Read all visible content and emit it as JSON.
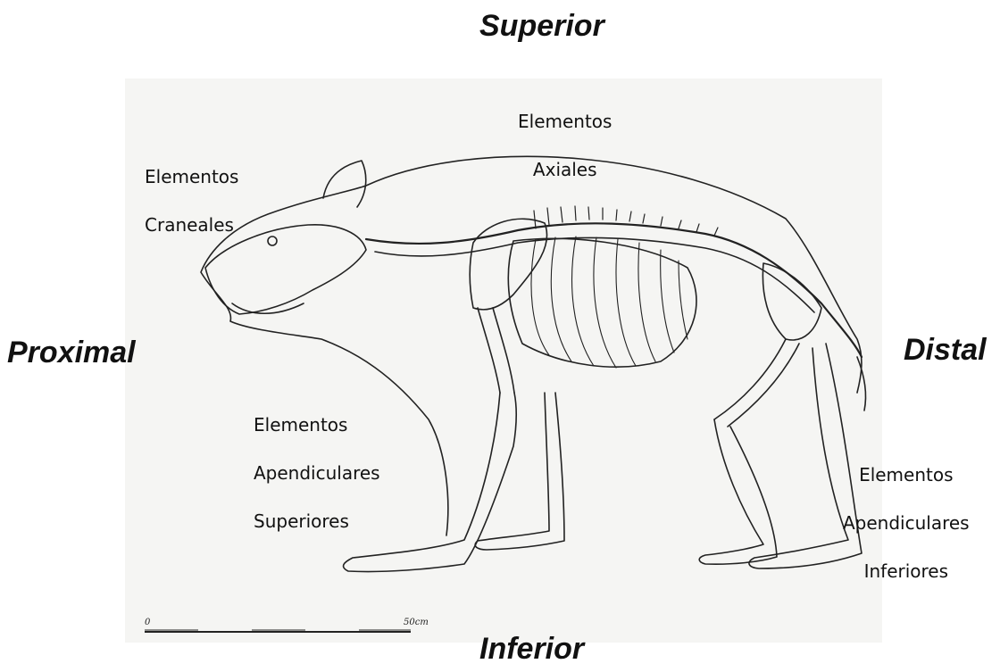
{
  "directions": {
    "superior": "Superior",
    "inferior": "Inferior",
    "proximal": "Proximal",
    "distal": "Distal"
  },
  "labels": {
    "craneales": [
      "Elementos",
      "Craneales"
    ],
    "axiales": [
      "Elementos",
      "Axiales"
    ],
    "apendiculares_superiores": [
      "Elementos",
      "Apendiculares",
      "Superiores"
    ],
    "apendiculares_inferiores": [
      "Elementos",
      "Apendiculares",
      "Inferiores"
    ]
  },
  "scale_bar": {
    "start": "0",
    "end": "50cm"
  },
  "colors": {
    "ink": "#222222",
    "paper": "#f5f5f3",
    "text": "#111111"
  }
}
